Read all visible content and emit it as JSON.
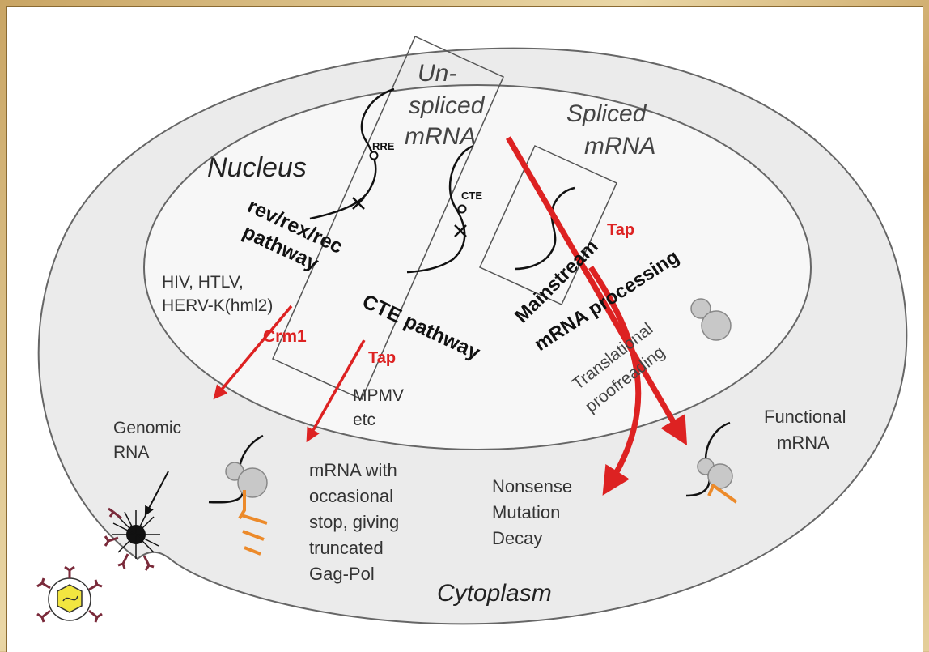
{
  "colors": {
    "cytoplasm_fill": "#ebebeb",
    "nucleus_fill": "#f7f7f7",
    "outline": "#666666",
    "arrow_red": "#dd2222",
    "ribosome": "#c8c8c8",
    "peptide_orange": "#ec8a2a",
    "virion_yellow": "#f2e640",
    "spike_maroon": "#7a2a3a"
  },
  "labels": {
    "nucleus": "Nucleus",
    "cytoplasm": "Cytoplasm",
    "unspliced_line1": "Un-",
    "unspliced_line2": "spliced",
    "unspliced_line3": "mRNA",
    "spliced_line1": "Spliced",
    "spliced_line2": "mRNA",
    "rre": "RRE",
    "cte": "CTE",
    "rev_pathway_line1": "rev/rex/rec",
    "rev_pathway_line2": "pathway",
    "cte_pathway": "CTE pathway",
    "mainstream_line1": "Mainstream",
    "mainstream_line2": "mRNA processing",
    "tap_top": "Tap",
    "tap_bottom": "Tap",
    "crm1": "Crm1",
    "viruses_line1": "HIV, HTLV,",
    "viruses_line2": "HERV-K(hml2)",
    "mpmv_line1": "MPMV",
    "mpmv_line2": "etc",
    "translational_line1": "Translational",
    "translational_line2": "proofreading",
    "genomic_line1": "Genomic",
    "genomic_line2": "RNA",
    "trunc_line1": "mRNA with",
    "trunc_line2": "occasional",
    "trunc_line3": "stop, giving",
    "trunc_line4": "truncated",
    "trunc_line5": "Gag-Pol",
    "nmd_line1": "Nonsense",
    "nmd_line2": "Mutation",
    "nmd_line3": "Decay",
    "functional_line1": "Functional",
    "functional_line2": "mRNA"
  }
}
